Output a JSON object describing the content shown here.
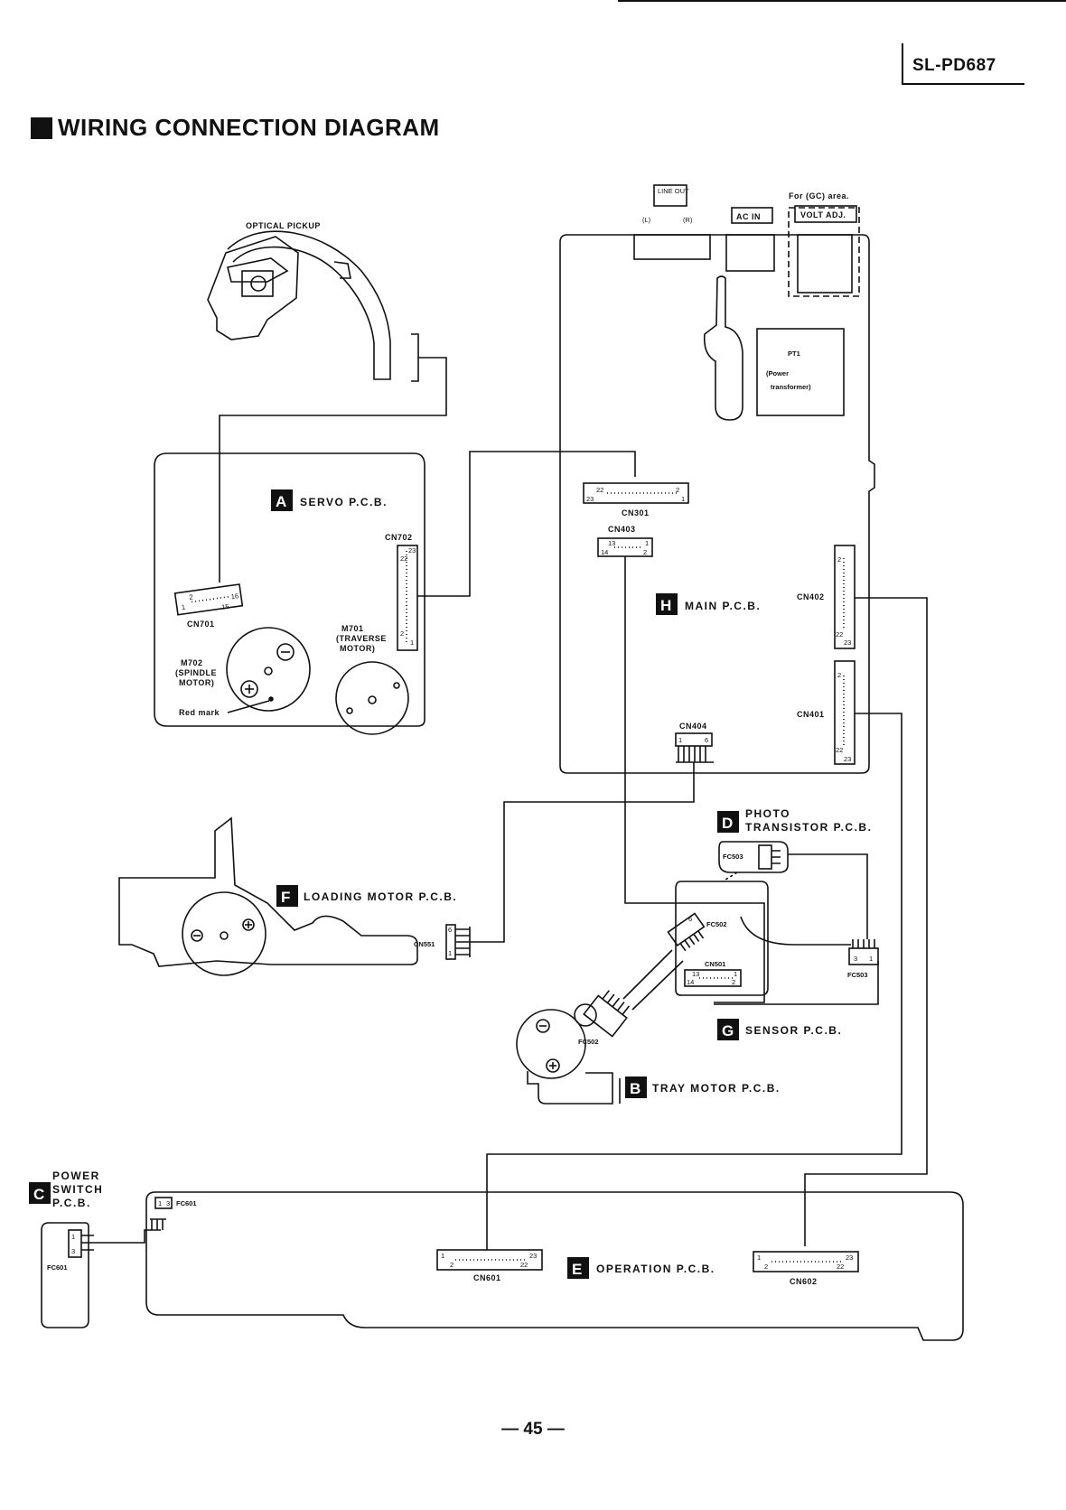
{
  "header": {
    "model": "SL-PD687",
    "title": "WIRING CONNECTION DIAGRAM",
    "page_number": "— 45 —"
  },
  "pcbs": {
    "servo": {
      "letter": "A",
      "name": "SERVO P.C.B."
    },
    "main": {
      "letter": "H",
      "name": "MAIN P.C.B."
    },
    "photo": {
      "letter": "D",
      "name_line1": "PHOTO",
      "name_line2": "TRANSISTOR P.C.B."
    },
    "loading": {
      "letter": "F",
      "name": "LOADING MOTOR P.C.B."
    },
    "sensor": {
      "letter": "G",
      "name": "SENSOR P.C.B."
    },
    "tray": {
      "letter": "B",
      "name": "TRAY MOTOR P.C.B."
    },
    "power": {
      "letter": "C",
      "name_line1": "POWER",
      "name_line2": "SWITCH",
      "name_line3": "P.C.B."
    },
    "operation": {
      "letter": "E",
      "name": "OPERATION P.C.B."
    }
  },
  "components": {
    "optical_pickup": "OPTICAL PICKUP",
    "m701": "M701",
    "m701_desc1": "(TRAVERSE",
    "m701_desc2": "MOTOR)",
    "m702": "M702",
    "m702_desc1": "(SPINDLE",
    "m702_desc2": "MOTOR)",
    "red_mark": "Red mark",
    "pt1": "PT1",
    "pt1_desc1": "(Power",
    "pt1_desc2": "transformer)",
    "line_out": "LINE OUT",
    "line_out_l": "(L)",
    "line_out_r": "(R)",
    "ac_in": "AC IN",
    "gc_area": "For (GC) area.",
    "volt_adj": "VOLT ADJ."
  },
  "connectors": {
    "cn701": "CN701",
    "cn701_pins": [
      "2",
      "1",
      "16",
      "15"
    ],
    "cn702": "CN702",
    "cn702_pins": [
      "23",
      "22",
      "2",
      "1"
    ],
    "cn301": "CN301",
    "cn301_pins": [
      "22",
      "23",
      "2",
      "1"
    ],
    "cn403": "CN403",
    "cn403_pins": [
      "13",
      "14",
      "1",
      "2"
    ],
    "cn402": "CN402",
    "cn402_pins": [
      "2",
      "22",
      "23"
    ],
    "cn401": "CN401",
    "cn401_pins": [
      "2",
      "22",
      "23"
    ],
    "cn404": "CN404",
    "cn404_pins": [
      "1",
      "6"
    ],
    "cn551": "CN551",
    "cn551_pins": [
      "6",
      "1"
    ],
    "fc503a": "FC503",
    "fc502": "FC502",
    "fc502_pin": "6",
    "cn501": "CN501",
    "cn501_pins": [
      "13",
      "14",
      "1",
      "2"
    ],
    "fc503b": "FC503",
    "fc503b_pins": [
      "3",
      "1"
    ],
    "fc502b": "FC502",
    "fc601a": "FC601",
    "fc601a_pins": [
      "1",
      "3"
    ],
    "fc601b": "FC601",
    "fc601b_pins": [
      "1",
      "3"
    ],
    "cn601": "CN601",
    "cn601_pins": [
      "1",
      "2",
      "23",
      "22"
    ],
    "cn602": "CN602",
    "cn602_pins": [
      "1",
      "2",
      "23",
      "22"
    ]
  }
}
